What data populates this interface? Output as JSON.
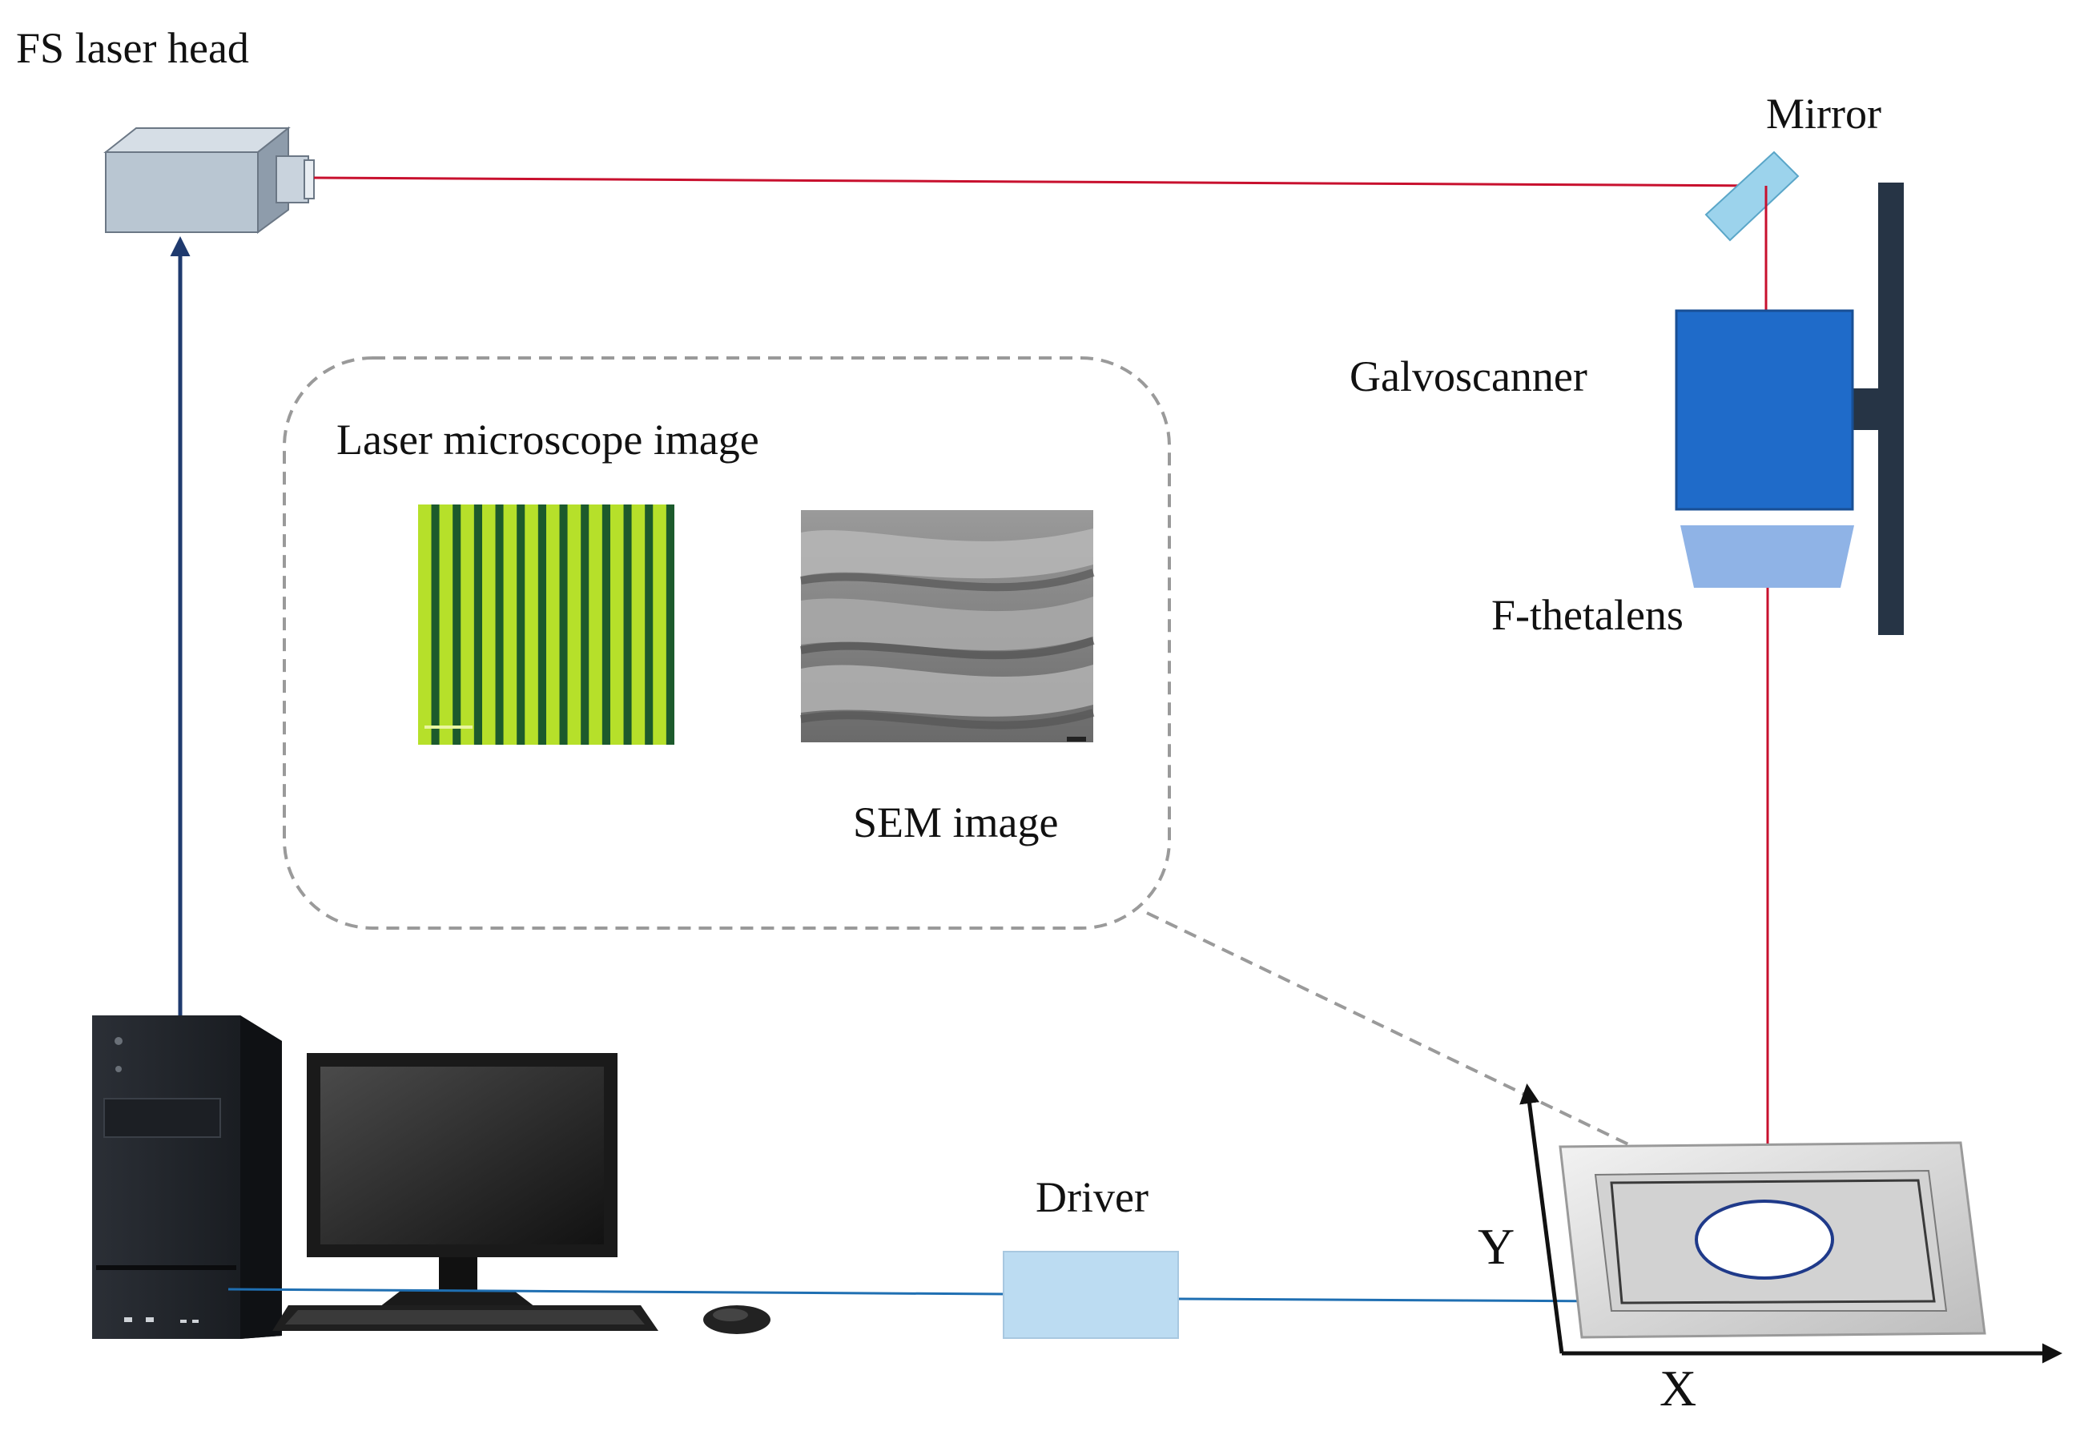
{
  "labels": {
    "fs_laser_head": "FS laser head",
    "mirror": "Mirror",
    "galvoscanner": "Galvoscanner",
    "f_theta_lens": "F-thetalens",
    "laser_microscope_image": "Laser microscope image",
    "sem_image": "SEM image",
    "driver": "Driver",
    "axis_y": "Y",
    "axis_x": "X"
  },
  "colors": {
    "laser_beam": "#c8102e",
    "control_signal": "#1f6fb2",
    "galvo_body": "#1f6bc9",
    "f_theta_lens": "#8fb3e6",
    "driver_box": "#bcdcf2",
    "laser_head": "#b9c6d2",
    "inset_border": "#9a9a9a",
    "microscope_stripe_light": "#b6e02a",
    "microscope_stripe_dark": "#1c5a2c"
  },
  "icons": {
    "laser_head": "laser-head-icon",
    "mirror": "mirror-icon",
    "galvoscanner": "galvoscanner-icon",
    "f_theta_lens": "f-theta-lens-icon",
    "computer": "computer-icon",
    "driver": "driver-icon",
    "stage": "xy-stage-icon"
  }
}
